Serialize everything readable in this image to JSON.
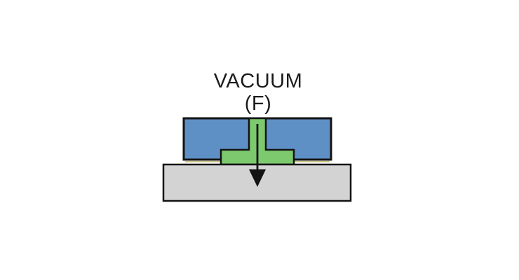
{
  "diagram": {
    "vacuum_label": "VACUUM",
    "force_label": "(F)",
    "arrow_direction": "down",
    "colors": {
      "background": "#ffffff",
      "vacuum_block_blue": "#5e90c6",
      "seal_green": "#7cc96e",
      "base_gray": "#d3d3d3",
      "outline_black": "#131313",
      "text_black": "#1b1b1b",
      "gap_line_olive": "#b0a23a"
    },
    "parts": [
      {
        "name": "vacuum-block"
      },
      {
        "name": "seal-gasket"
      },
      {
        "name": "base-plate"
      },
      {
        "name": "force-arrow"
      }
    ]
  }
}
